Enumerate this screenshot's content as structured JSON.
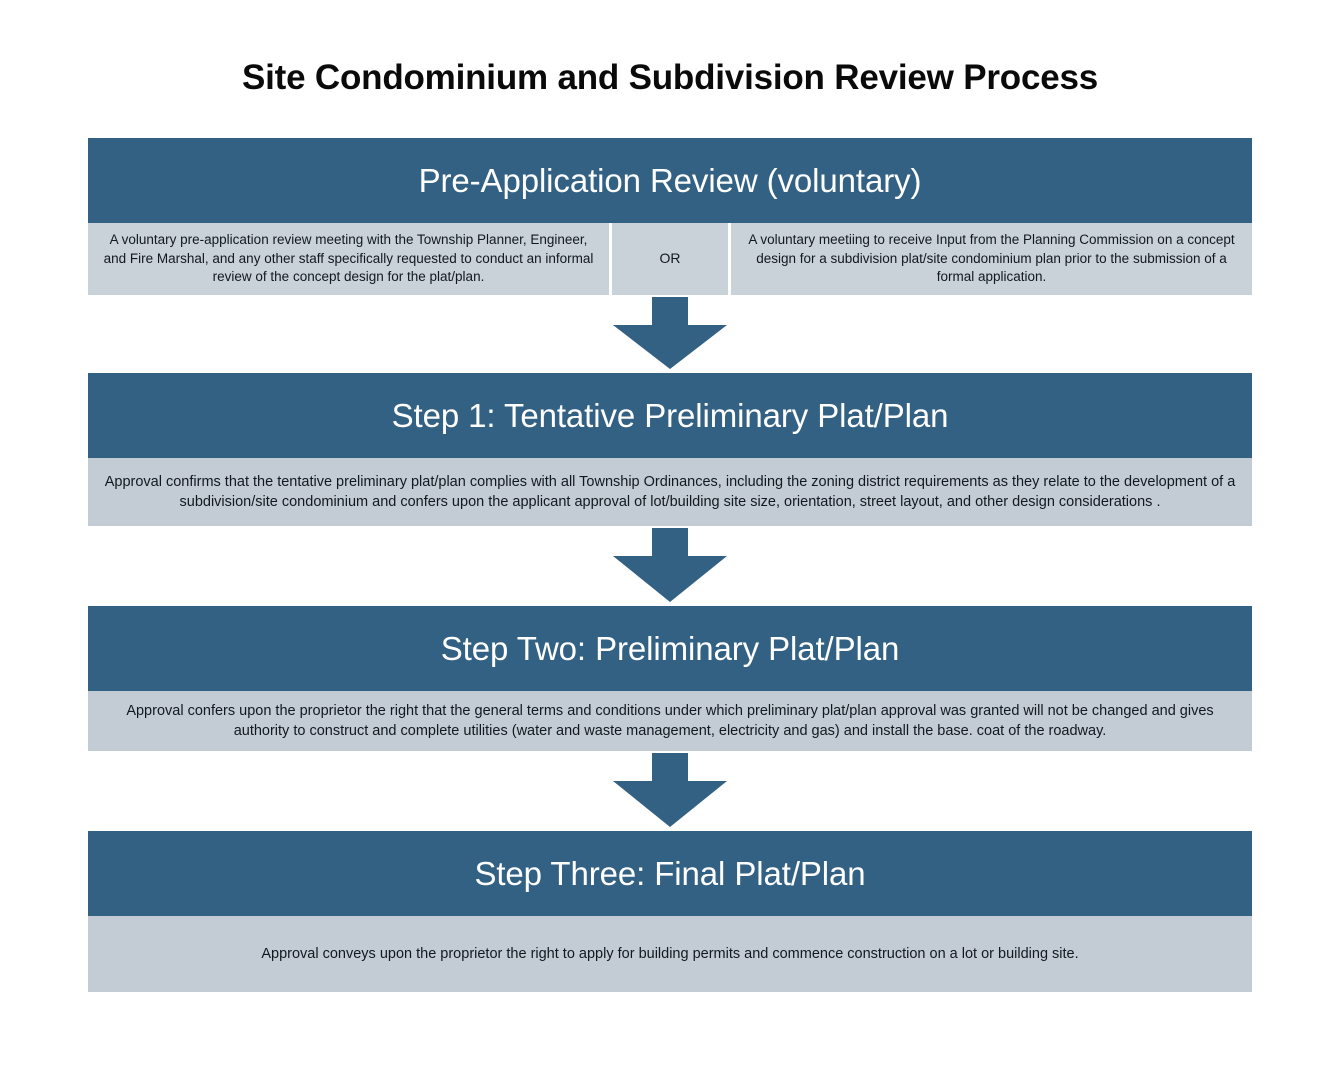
{
  "title": "Site Condominium and Subdivision Review Process",
  "colors": {
    "band_blue": "#336184",
    "desc_gray": "#c3ccd4",
    "split_gray": "#c9d1d9",
    "arrow_blue": "#336184",
    "title_text": "#0a0a0a",
    "band_text": "#ffffff",
    "body_text": "#111820"
  },
  "stages": [
    {
      "id": "pre-application-review",
      "heading": "Pre-Application Review (voluntary)",
      "columns": [
        {
          "id": "staff-review",
          "text": "A voluntary pre-application review meeting  with the Township Planner, Engineer, and Fire Marshal, and any other staff specifically requested to conduct an informal review of the concept design for the plat/plan."
        },
        {
          "id": "or-connector",
          "text": "OR"
        },
        {
          "id": "planning-commission-input",
          "text": "A voluntary meetiing to receive Input from the Planning Commission on a concept design for a subdivision plat/site condominium plan prior to the submission of a formal application."
        }
      ]
    },
    {
      "id": "step-one",
      "heading": "Step 1: Tentative Preliminary Plat/Plan",
      "description": "Approval confirms that the tentative preliminary plat/plan complies with all Township Ordinances, including the zoning district requirements as they relate to the development of a subdivision/site condominium and confers upon the applicant approval of lot/building site size, orientation, street layout, and other design considerations ."
    },
    {
      "id": "step-two",
      "heading": "Step Two: Preliminary Plat/Plan",
      "description": "Approval confers upon the proprietor the right that the general terms and conditions under which preliminary  plat/plan approval was granted will not be changed and gives authority to construct and complete utilities (water and waste management, electricity and gas) and install the base. coat of the roadway."
    },
    {
      "id": "step-three",
      "heading": "Step Three: Final Plat/Plan",
      "description": "Approval conveys upon the proprietor the right to apply for building permits and commence construction on a lot or building site."
    }
  ],
  "arrows": [
    {
      "id": "arrow-pre-to-step-one",
      "direction": "down"
    },
    {
      "id": "arrow-step-one-to-step-two",
      "direction": "down"
    },
    {
      "id": "arrow-step-two-to-step-three",
      "direction": "down"
    }
  ]
}
